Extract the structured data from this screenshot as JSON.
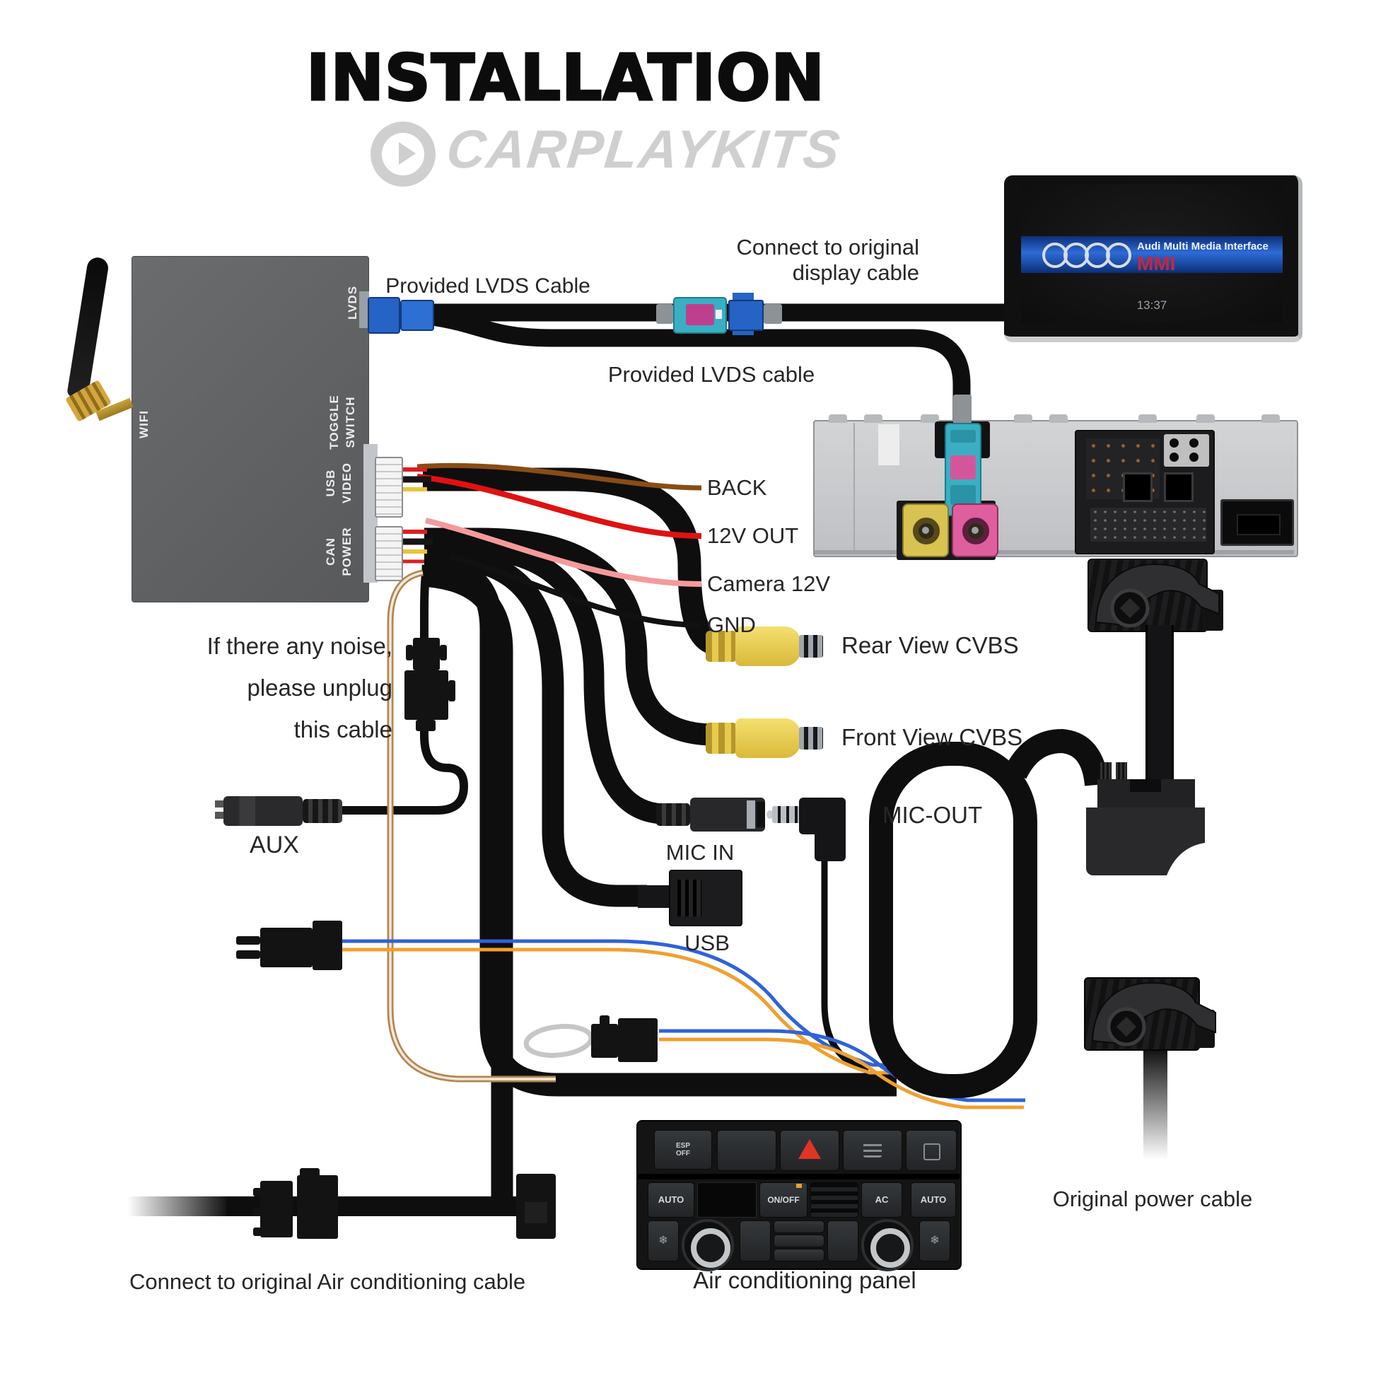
{
  "title": "INSTALLATION",
  "watermark": {
    "text": "CARPLAYKITS"
  },
  "decoder_box": {
    "wifi_label": "WIFI",
    "ports": {
      "lvds": "LVDS",
      "toggle": "TOGGLE",
      "switch": "SWITCH",
      "usb": "USB",
      "video": "VIDEO",
      "can": "CAN",
      "power": "POWER"
    }
  },
  "display_unit": {
    "brand_line": "Audi Multi Media Interface",
    "mmi": "MMI",
    "clock": "13:37"
  },
  "cable_labels": {
    "provided_lvds_top": "Provided LVDS Cable",
    "connect_display_1": "Connect to original",
    "connect_display_2": "display cable",
    "provided_lvds_bottom": "Provided LVDS cable",
    "back": "BACK",
    "out_12v": "12V OUT",
    "camera_12v": "Camera 12V",
    "gnd": "GND",
    "rear_cvbs": "Rear View CVBS",
    "front_cvbs": "Front View CVBS",
    "mic_in": "MIC IN",
    "mic_out": "MIC-OUT",
    "usb": "USB",
    "aux": "AUX"
  },
  "notes": {
    "noise_1": "If there any noise,",
    "noise_2": "please unplug",
    "noise_3": "this cable",
    "original_power": "Original power cable",
    "connect_ac": "Connect to original Air conditioning cable",
    "ac_panel": "Air conditioning panel"
  },
  "ac_panel": {
    "esp": "ESP",
    "off": "OFF",
    "auto_left": "AUTO",
    "on_off": "ON/OFF",
    "ac": "AC",
    "auto_right": "AUTO"
  },
  "icons": {
    "hazard": "warning-triangle",
    "fan_left": "snowflake",
    "fan_right": "snowflake",
    "audi_rings": "four-rings",
    "watermark_logo": "play-circle"
  },
  "colors": {
    "wire_back": "#8a4c16",
    "wire_12v": "#e01212",
    "wire_camera": "#f59a9a",
    "wire_gnd": "#111111",
    "wire_blue": "#2e62d9",
    "wire_orange": "#f0a030",
    "cable_black": "#0e0e0e",
    "rca_yellow": "#edc94d",
    "fakra_teal": "#3aafc4",
    "fakra_pink": "#df5f9e",
    "fakra_yellow": "#d8c252",
    "connector_blue": "#2563c4",
    "connector_magenta": "#bf3f8f",
    "banner_blue": "#2e6bd6",
    "mmi_red": "#c5283c"
  }
}
